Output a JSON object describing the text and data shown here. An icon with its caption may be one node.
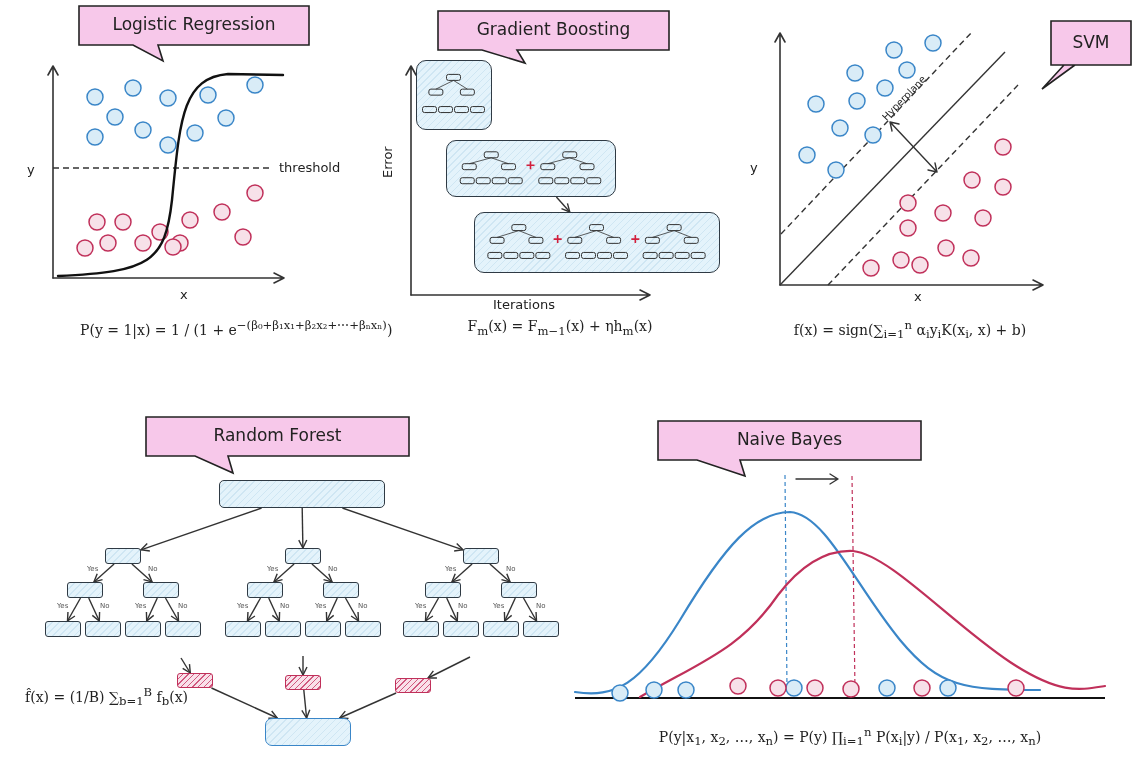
{
  "diagram": {
    "nodes": [
      {
        "text": [
          "Logistic Regression"
        ]
      },
      {
        "text": [
          "Gradient Boosting"
        ]
      },
      {
        "text": [],
        "shape": "box"
      },
      {
        "text": [],
        "shape": "box"
      },
      {
        "text": [],
        "shape": "box"
      },
      {
        "text": [
          "SVM"
        ]
      },
      {
        "text": [
          "Random Forest"
        ]
      },
      {
        "text": [],
        "shape": "box"
      },
      {
        "text": [],
        "shape": "box"
      },
      {
        "text": [],
        "shape": "box"
      },
      {
        "text": [],
        "shape": "box"
      },
      {
        "text": [],
        "shape": "box"
      },
      {
        "text": [],
        "shape": "box"
      },
      {
        "text": [],
        "shape": "box"
      },
      {
        "text": [],
        "shape": "box"
      },
      {
        "text": [],
        "shape": "box"
      },
      {
        "text": [],
        "shape": "box"
      },
      {
        "text": [],
        "shape": "box"
      },
      {
        "text": [],
        "shape": "box"
      },
      {
        "text": [],
        "shape": "box"
      },
      {
        "text": [],
        "shape": "box"
      },
      {
        "text": [],
        "shape": "box"
      },
      {
        "text": [],
        "shape": "box"
      },
      {
        "text": [],
        "shape": "box"
      },
      {
        "text": [],
        "shape": "box"
      },
      {
        "text": [],
        "shape": "box"
      },
      {
        "text": [],
        "shape": "box"
      },
      {
        "text": [],
        "shape": "box"
      },
      {
        "text": [],
        "shape": "box"
      },
      {
        "text": [],
        "shape": "box"
      },
      {
        "text": [],
        "shape": "box"
      },
      {
        "text": [],
        "shape": "box"
      },
      {
        "text": [],
        "shape": "box"
      },
      {
        "text": [
          "Naive Bayes"
        ]
      }
    ],
    "edges": [
      {
        "from": 3,
        "to": 4,
        "arrow": "to"
      },
      {
        "from": 7,
        "to": 8,
        "arrow": "to"
      },
      {
        "from": 7,
        "to": 15,
        "arrow": "to"
      },
      {
        "from": 7,
        "to": 22,
        "arrow": "to"
      },
      {
        "from": 8,
        "to": 9,
        "arrow": "to",
        "label": "Yes"
      },
      {
        "from": 8,
        "to": 10,
        "arrow": "to",
        "label": "No"
      },
      {
        "from": 9,
        "to": 11,
        "arrow": "to",
        "label": "Yes"
      },
      {
        "from": 9,
        "to": 12,
        "arrow": "to",
        "label": "No"
      },
      {
        "from": 10,
        "to": 13,
        "arrow": "to",
        "label": "Yes"
      },
      {
        "from": 10,
        "to": 14,
        "arrow": "to",
        "label": "No"
      },
      {
        "from": 15,
        "to": 16,
        "arrow": "to",
        "label": "Yes"
      },
      {
        "from": 15,
        "to": 17,
        "arrow": "to",
        "label": "No"
      },
      {
        "from": 16,
        "to": 18,
        "arrow": "to",
        "label": "Yes"
      },
      {
        "from": 16,
        "to": 19,
        "arrow": "to",
        "label": "No"
      },
      {
        "from": 17,
        "to": 20,
        "arrow": "to",
        "label": "Yes"
      },
      {
        "from": 17,
        "to": 21,
        "arrow": "to",
        "label": "No"
      },
      {
        "from": 22,
        "to": 23,
        "arrow": "to",
        "label": "Yes"
      },
      {
        "from": 22,
        "to": 24,
        "arrow": "to",
        "label": "No"
      },
      {
        "from": 23,
        "to": 25,
        "arrow": "to",
        "label": "Yes"
      },
      {
        "from": 23,
        "to": 26,
        "arrow": "to",
        "label": "No"
      },
      {
        "from": 24,
        "to": 27,
        "arrow": "to",
        "label": "Yes"
      },
      {
        "from": 24,
        "to": 28,
        "arrow": "to",
        "label": "No"
      },
      {
        "from": null,
        "to": 29,
        "arrow": "to"
      },
      {
        "from": null,
        "to": 30,
        "arrow": "to"
      },
      {
        "from": null,
        "to": 31,
        "arrow": "to"
      },
      {
        "from": 29,
        "to": 32,
        "arrow": "to"
      },
      {
        "from": 30,
        "to": 32,
        "arrow": "to"
      },
      {
        "from": 31,
        "to": 32,
        "arrow": "to"
      }
    ],
    "labels": [
      "threshold",
      "y",
      "x",
      "P(y = 1|x) = 1 / (1 + e$^{−(β₀+β₁x₁+β₂x₂+⋯+βₙxₙ)}$)",
      "Error",
      "Iterations",
      "F$_{m}$(x) = F$_{m−1}$(x) + ηh$_{m}$(x)",
      "Hyperplane",
      "y",
      "x",
      "f(x) = sign(∑$_{i=1}$$^{n}$ α$_{i}$y$_{i}$K(x$_{i}$, x) + b)",
      "f̂(x) = (1/B) ∑$_{b=1}$$^{B}$ f$_{b}$(x)",
      "P(y|x$_{1}$, x$_{2}$, …, x$_{n}$) = P(y) ∏$_{i=1}$$^{n}$ P(x$_{i}$|y) / P(x$_{1}$, x$_{2}$, …, x$_{n}$)"
    ]
  }
}
